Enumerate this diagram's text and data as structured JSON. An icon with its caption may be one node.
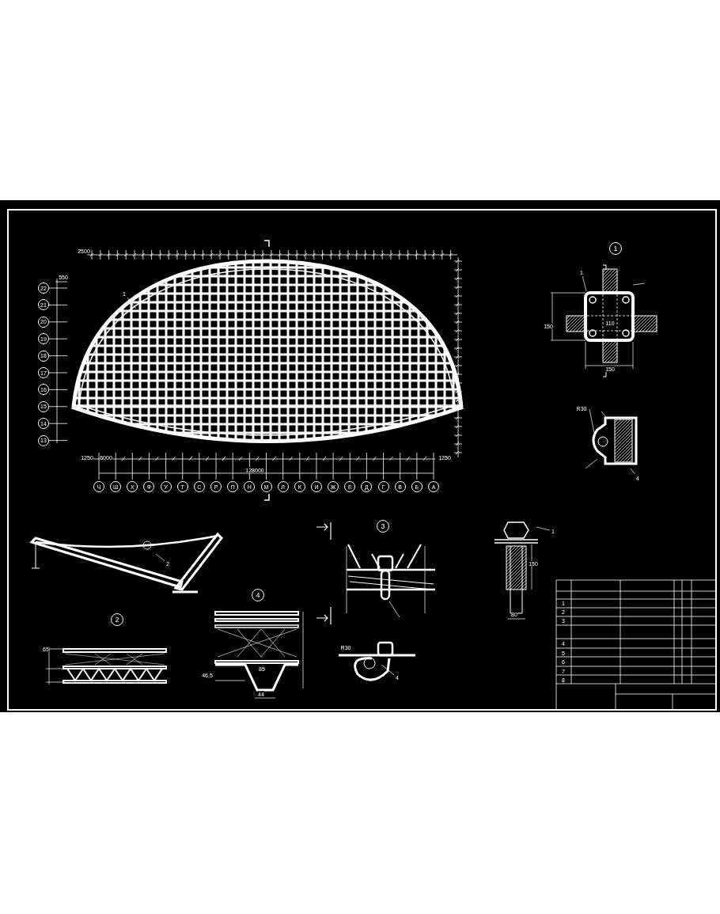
{
  "diagram": {
    "nodes": [
      {
        "text": [
          "1"
        ]
      },
      {
        "text": [
          "2"
        ]
      },
      {
        "text": [
          "1"
        ]
      },
      {
        "text": [
          "4"
        ]
      },
      {
        "text": [
          "4"
        ]
      },
      {
        "text": [
          "1"
        ]
      }
    ],
    "edges": [
      {
        "from": 0,
        "to": null,
        "arrow": "none"
      },
      {
        "from": 1,
        "to": null,
        "arrow": "none"
      },
      {
        "from": 2,
        "to": null,
        "arrow": "none"
      },
      {
        "from": 3,
        "to": null,
        "arrow": "none"
      },
      {
        "from": 4,
        "to": null,
        "arrow": "none"
      },
      {
        "from": 5,
        "to": null,
        "arrow": "none"
      }
    ],
    "labels": [
      "Ч",
      "Ш",
      "Х",
      "Ф",
      "У",
      "Т",
      "С",
      "Р",
      "П",
      "Н",
      "М",
      "Л",
      "К",
      "И",
      "Ж",
      "Е",
      "Д",
      "Г",
      "В",
      "Б",
      "А",
      "22",
      "21",
      "20",
      "19",
      "18",
      "17",
      "16",
      "15",
      "14",
      "13",
      "2500",
      "550",
      "1250",
      "6000",
      "128000",
      "1250",
      "1",
      "150",
      "110",
      "150",
      "R30",
      "2",
      "3",
      "4",
      "R30",
      "80",
      "150",
      "44",
      "46,5",
      "85",
      "65",
      "1",
      "2",
      "3",
      "4",
      "5",
      "6",
      "7",
      "8"
    ]
  }
}
